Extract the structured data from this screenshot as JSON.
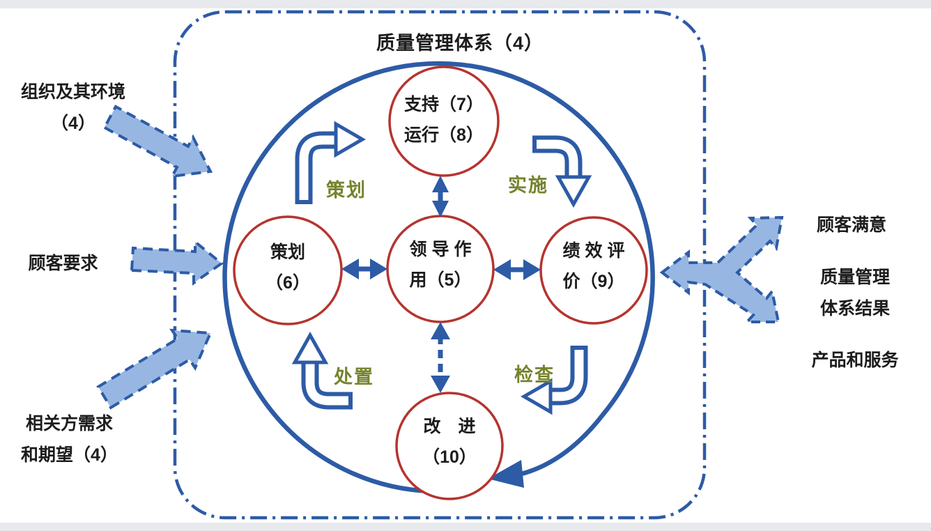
{
  "title": "质量管理体系（4）",
  "colors": {
    "primary_blue": "#2d5ba6",
    "light_blue_fill": "#97b7e2",
    "node_red": "#b5342f",
    "pdca_green": "#75832c",
    "text": "#1c1c1c"
  },
  "nodes": {
    "support_operation": {
      "line1": "支持（7）",
      "line2": "运行（8）"
    },
    "planning": {
      "line1": "策划",
      "line2": "（6）"
    },
    "leadership": {
      "line1": "领 导 作",
      "line2": "用（5）"
    },
    "performance_evaluation": {
      "line1": "绩 效 评",
      "line2": "价（9）"
    },
    "improvement": {
      "line1": "改　进",
      "line2": "（10）"
    }
  },
  "pdca": {
    "plan": "策划",
    "do": "实施",
    "check": "检查",
    "act": "处置"
  },
  "left_inputs": {
    "organization": {
      "line1": "组织及其环境",
      "line2": "（4）"
    },
    "customer_requirements": {
      "line1": "顾客要求"
    },
    "stakeholder_needs": {
      "line1": "相关方需求",
      "line2": "和期望（4）"
    }
  },
  "right_outputs": {
    "customer_satisfaction": {
      "line1": "顾客满意"
    },
    "qms_results": {
      "line1": "质量管理",
      "line2": "体系结果"
    },
    "products_services": {
      "line1": "产品和服务"
    }
  }
}
